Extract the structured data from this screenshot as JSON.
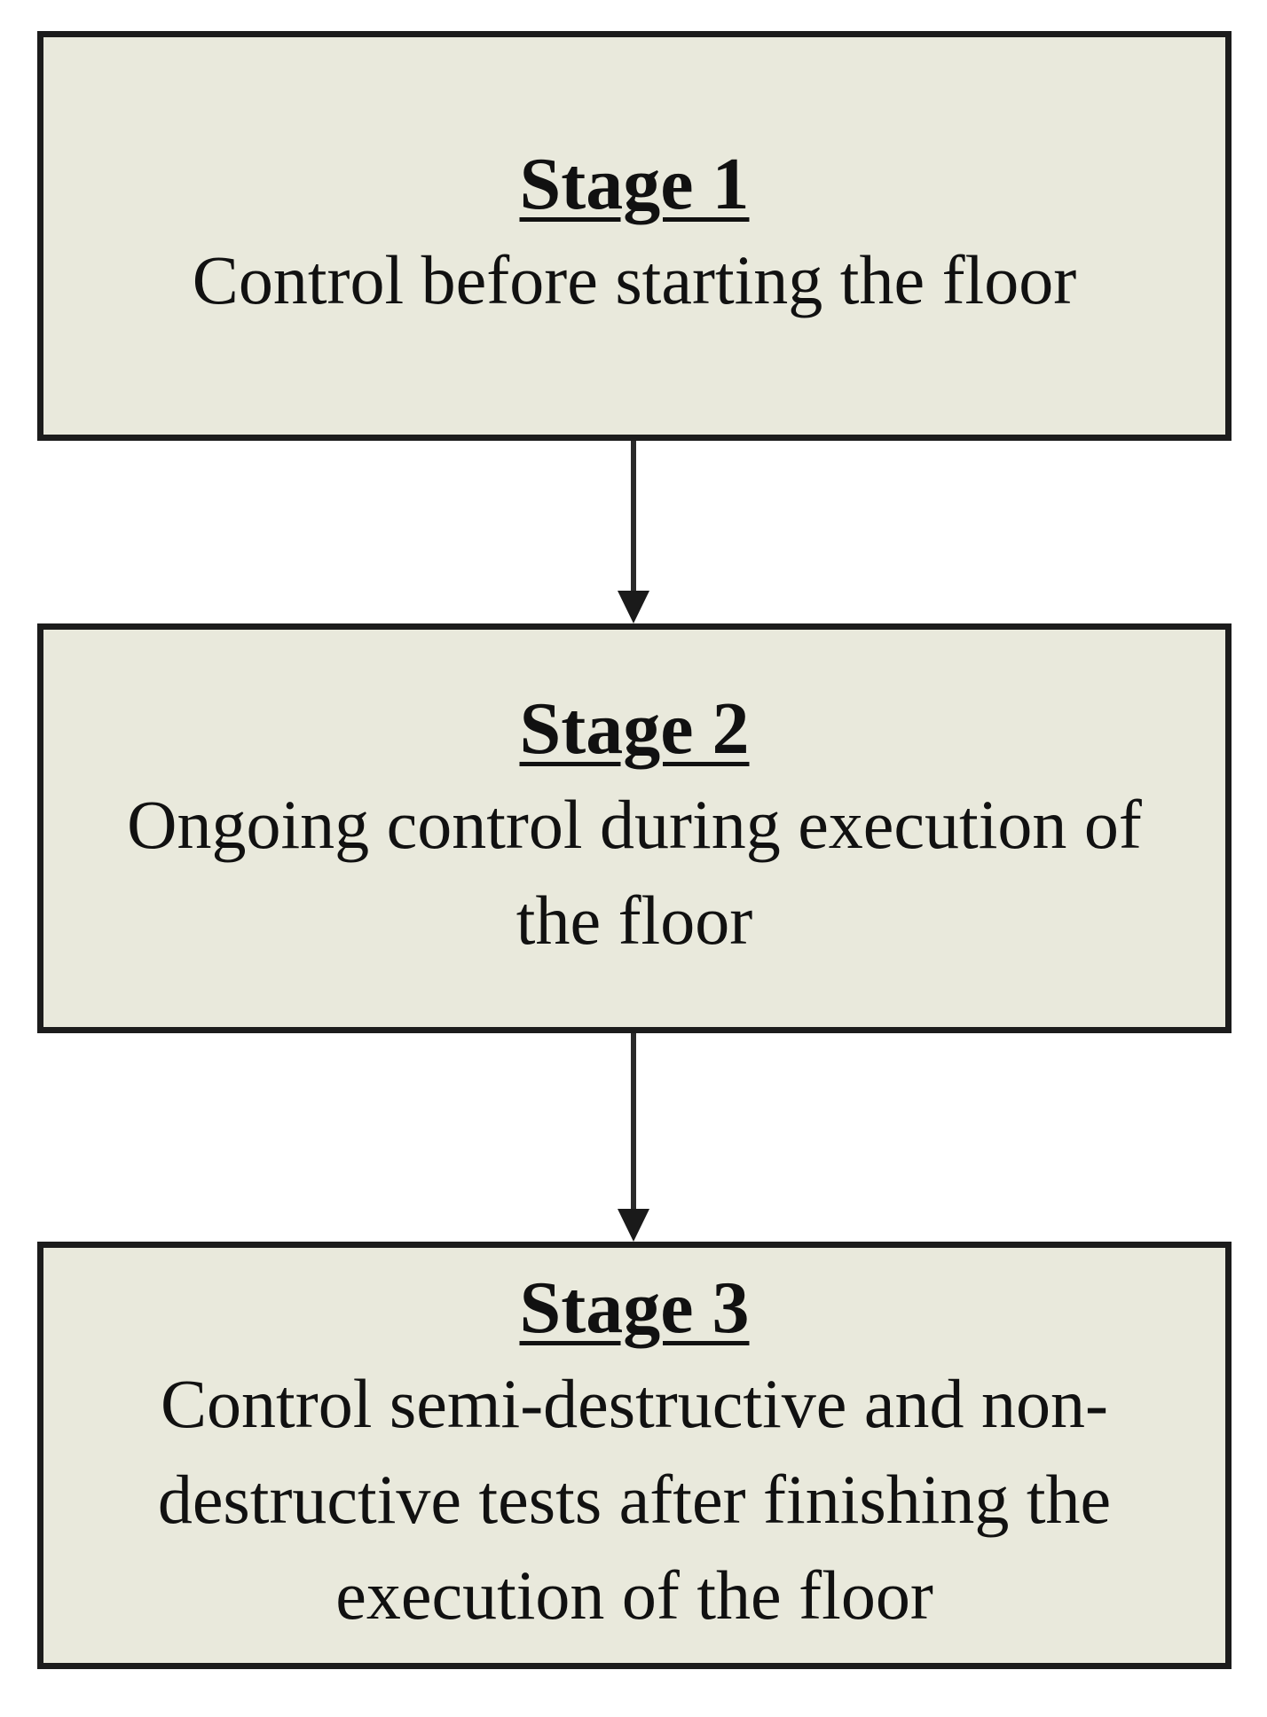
{
  "stages": [
    {
      "title": "Stage 1",
      "description": "Control before starting the floor"
    },
    {
      "title": "Stage 2",
      "description": "Ongoing control during execution of the floor"
    },
    {
      "title": "Stage 3",
      "description": "Control semi-destructive and non-destructive tests after finishing the execution of the floor"
    }
  ],
  "colors": {
    "box_fill": "#e9e9dc",
    "border": "#1c1c1c",
    "text": "#111111"
  }
}
